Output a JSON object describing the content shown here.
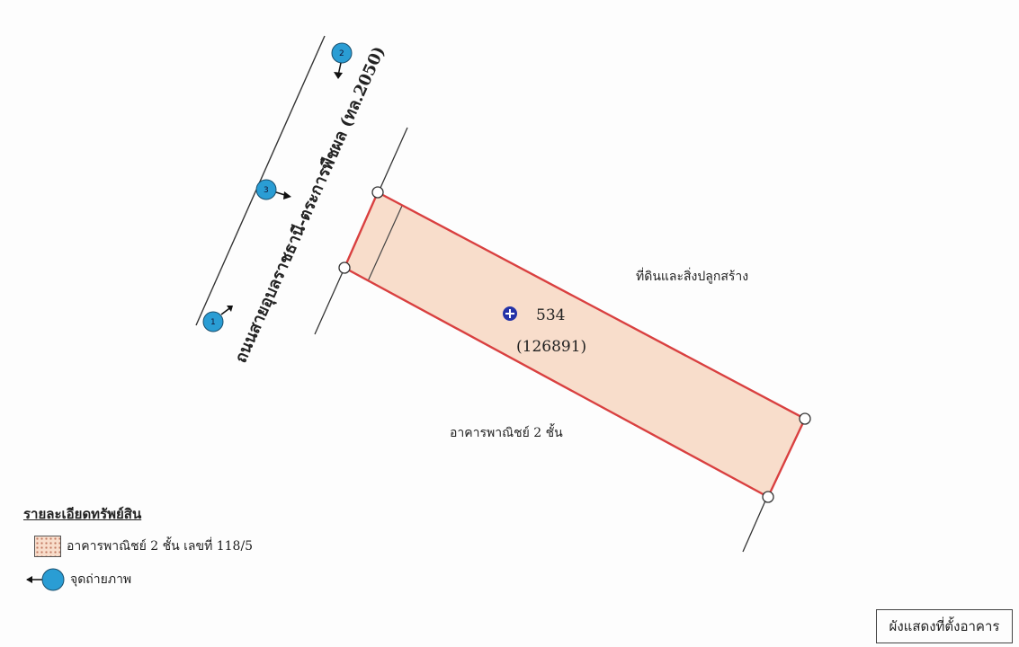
{
  "road": {
    "name": "ถนนสายอุบลราชธานี-ตระการพืชผล (ทล.2050)"
  },
  "parcel": {
    "number": "534",
    "deed": "(126891)"
  },
  "labels": {
    "land_label": "ที่ดินและสิ่งปลูกสร้าง",
    "building_label": "อาคารพาณิชย์ 2 ชั้น"
  },
  "photo_points": [
    {
      "num": "1"
    },
    {
      "num": "2"
    },
    {
      "num": "3"
    }
  ],
  "legend": {
    "title": "รายละเอียดทรัพย์สิน",
    "building_entry": "อาคารพาณิชย์ 2 ชั้น เลขที่ 118/5",
    "photo_entry": "จุดถ่ายภาพ"
  },
  "title_box": "ผังแสดงที่ตั้งอาคาร",
  "colors": {
    "boundary": "#d94040",
    "fill": "#f8ddcb",
    "marker": "#2a9dd4",
    "center_marker": "#2433a8"
  }
}
